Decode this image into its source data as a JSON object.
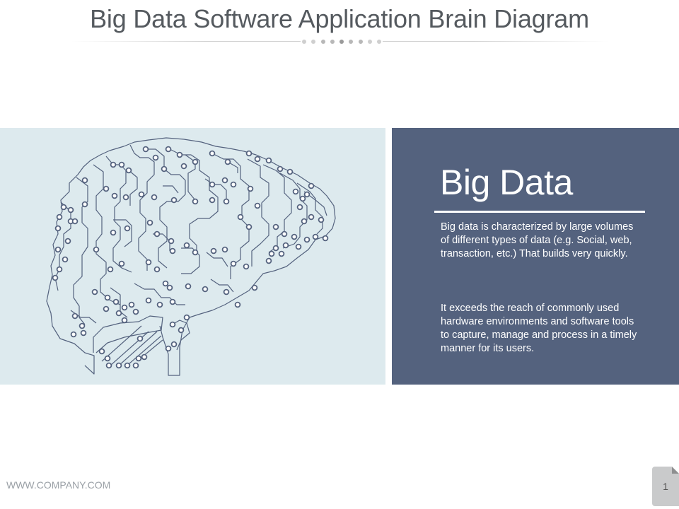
{
  "slide": {
    "title": "Big Data Software Application Brain Diagram",
    "heading": "Big Data",
    "paragraph1": "Big data is characterized by large volumes of different types of data (e.g. Social, web, transaction, etc.) That builds very quickly.",
    "paragraph2": "It exceeds the reach of commonly used hardware environments and software tools to capture, manage and process in a timely manner for its users.",
    "footer": "WWW.COMPANY.COM",
    "page_number": "1"
  },
  "colors": {
    "left_panel": "#ddeaee",
    "right_panel": "#54627e",
    "circuit": "#54627e",
    "title_text": "#555a5f"
  },
  "illustration": "brain-circuit-icon"
}
